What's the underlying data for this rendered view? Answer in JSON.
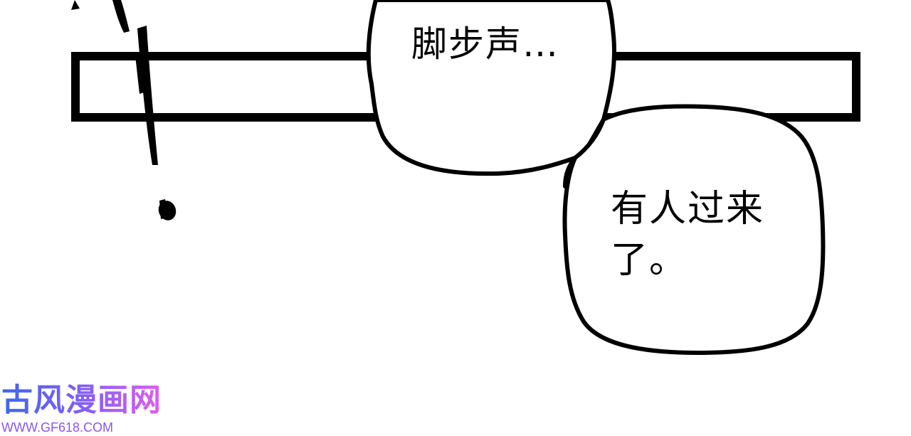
{
  "speech_bubbles": [
    {
      "text": "脚步声…"
    },
    {
      "line_1": "有人过来",
      "line_2": "了。"
    }
  ],
  "watermark": {
    "logo_text": "古风漫画网",
    "url": "WWW.GF618.COM"
  },
  "colors": {
    "ink": "#000000",
    "paper": "#ffffff",
    "watermark_start": "#3d66f0",
    "watermark_end": "#e05cf5"
  }
}
